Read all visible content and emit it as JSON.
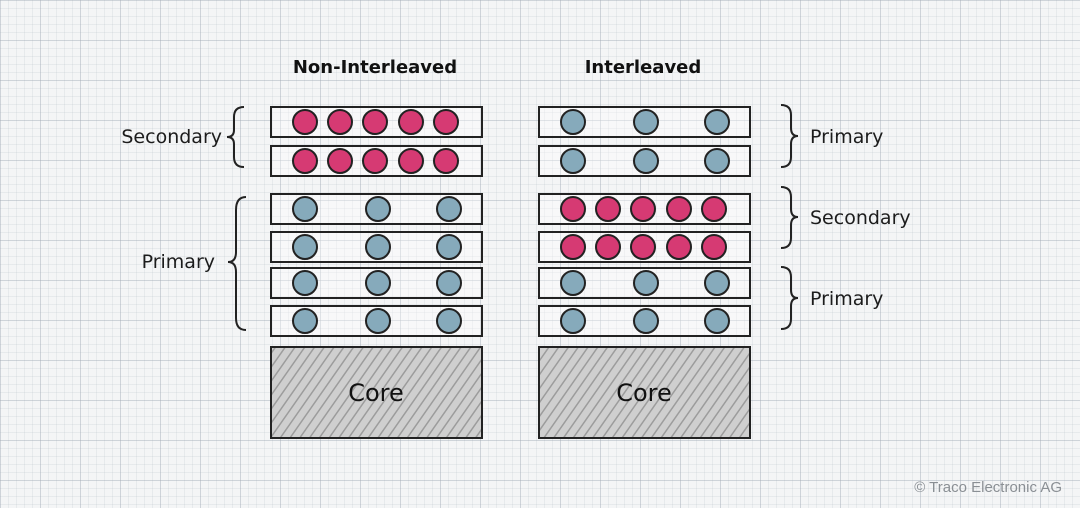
{
  "diagram": {
    "left": {
      "title": "Non-Interleaved",
      "core_label": "Core",
      "brace_labels": [
        "Secondary",
        "Primary"
      ],
      "layers": [
        "secondary",
        "secondary",
        "primary",
        "primary",
        "primary",
        "primary"
      ]
    },
    "right": {
      "title": "Interleaved",
      "core_label": "Core",
      "brace_labels": [
        "Primary",
        "Secondary",
        "Primary"
      ],
      "layers": [
        "primary",
        "primary",
        "secondary",
        "secondary",
        "primary",
        "primary"
      ]
    },
    "colors": {
      "secondary_dot": "#d63a73",
      "primary_dot": "#86aabb",
      "outline": "#222222"
    }
  },
  "copyright": "© Traco Electronic AG"
}
